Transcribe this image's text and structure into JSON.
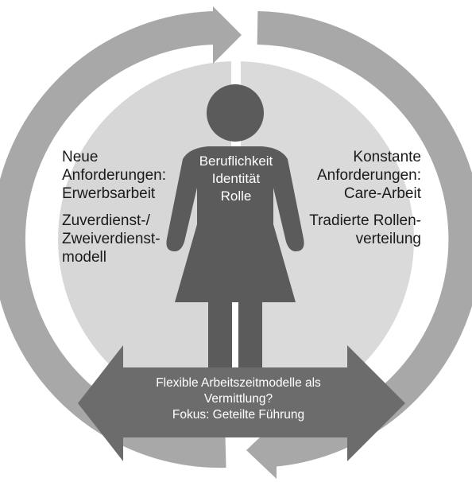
{
  "diagram": {
    "left_labels": {
      "line1": "Neue",
      "line2": "Anforderungen:",
      "line3": "Erwerbsarbeit",
      "line4": "Zuverdienst-/",
      "line5": "Zweiverdienst-",
      "line6": "modell"
    },
    "right_labels": {
      "line1": "Konstante",
      "line2": "Anforderungen:",
      "line3": "Care-Arbeit",
      "line4": "Tradierte Rollen-",
      "line5": "verteilung"
    },
    "center_labels": {
      "line1": "Beruflichkeit",
      "line2": "Identität",
      "line3": "Rolle"
    },
    "bottom_labels": {
      "line1": "Flexible Arbeitszeitmodelle als",
      "line2": "Vermittlung?",
      "line3": "Fokus: Geteilte Führung"
    },
    "colors": {
      "left_half": "#d7d7d7",
      "right_half": "#dadada",
      "ring": "#a8a8a8",
      "figure": "#5b5b5b",
      "double_arrow": "#6c6c6c",
      "divider": "#ffffff"
    }
  }
}
